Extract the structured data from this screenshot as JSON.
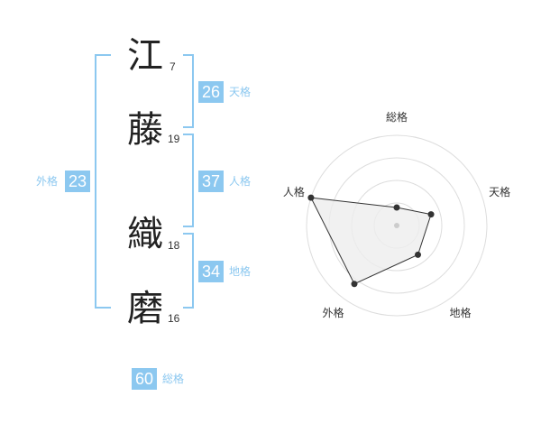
{
  "name": {
    "chars": [
      {
        "kanji": "江",
        "strokes": "7"
      },
      {
        "kanji": "藤",
        "strokes": "19"
      },
      {
        "kanji": "織",
        "strokes": "18"
      },
      {
        "kanji": "磨",
        "strokes": "16"
      }
    ]
  },
  "fortunes": {
    "ten": {
      "value": "26",
      "label": "天格"
    },
    "jin": {
      "value": "37",
      "label": "人格"
    },
    "chi": {
      "value": "34",
      "label": "地格"
    },
    "gai": {
      "value": "23",
      "label": "外格"
    },
    "sou": {
      "value": "60",
      "label": "総格"
    }
  },
  "chart_data": {
    "type": "radar",
    "categories": [
      "総格",
      "天格",
      "地格",
      "外格",
      "人格"
    ],
    "values": [
      1,
      2,
      2,
      4,
      5
    ],
    "scale_max": 5,
    "rings": 4,
    "colors": {
      "accent": "#8cc8f0",
      "fill": "#eeeeee",
      "line": "#333333",
      "grid": "#dddddd"
    }
  }
}
